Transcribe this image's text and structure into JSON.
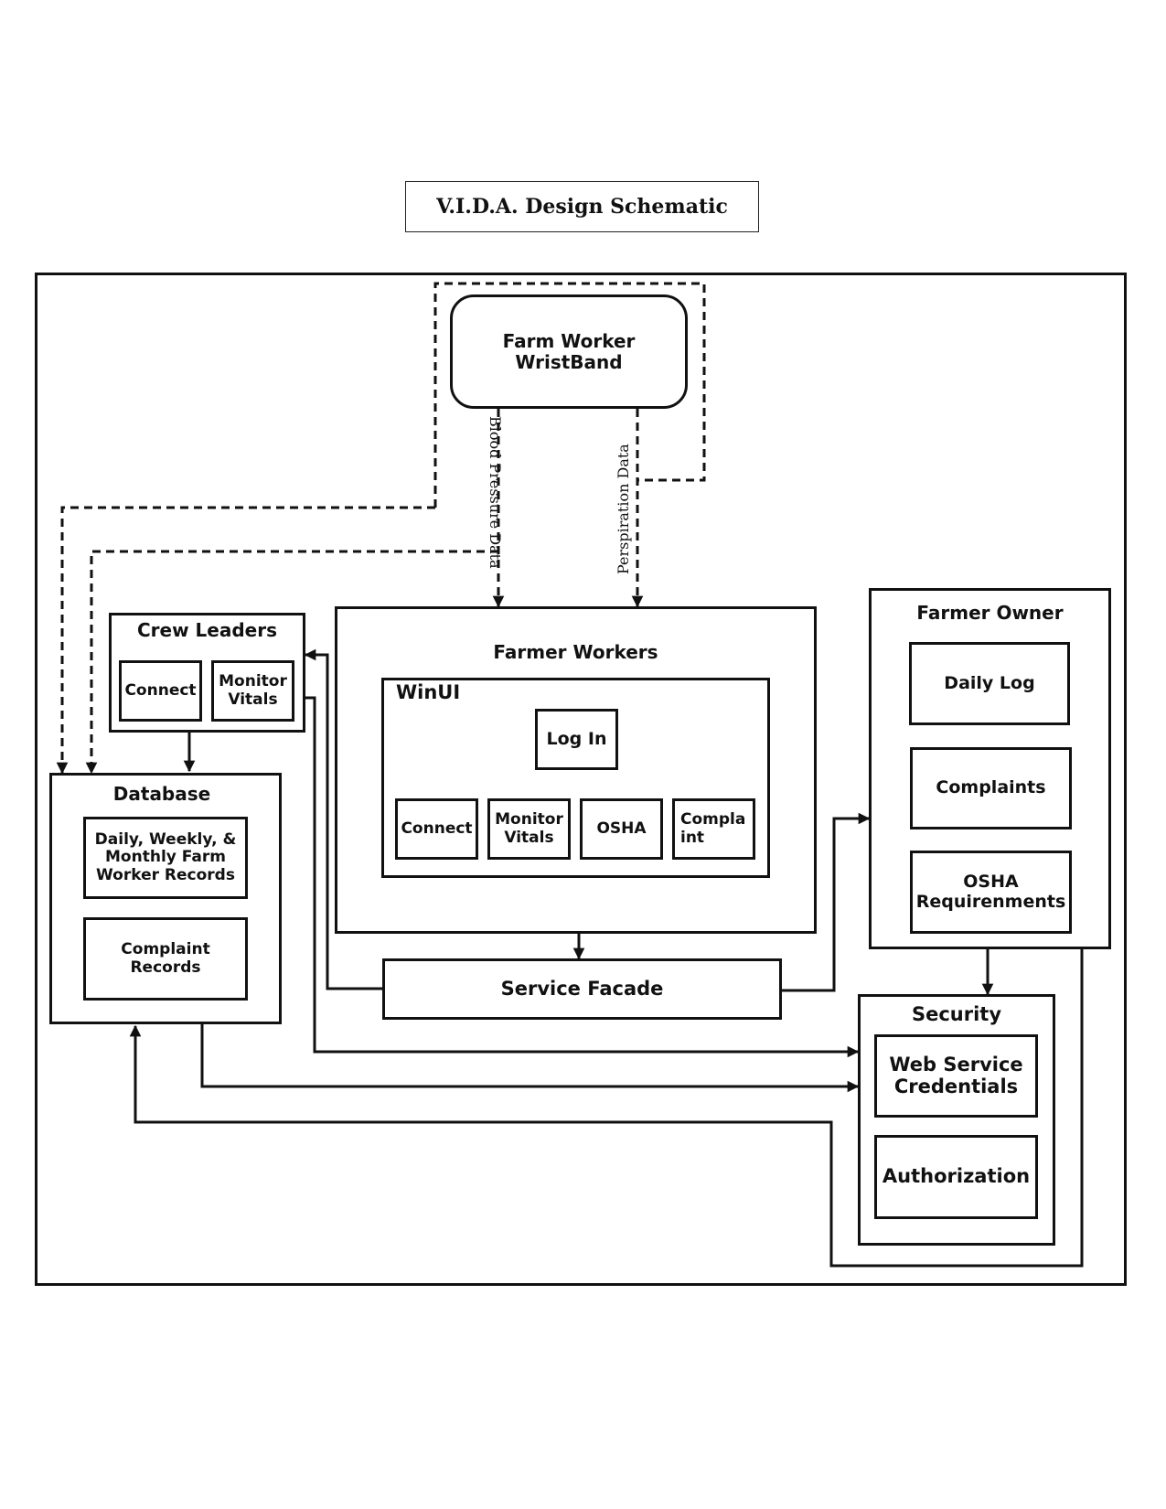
{
  "title": "V.I.D.A. Design Schematic",
  "wristband": {
    "line1": "Farm Worker",
    "line2": "WristBand"
  },
  "flows": {
    "blood_pressure": "Blood Pressure Data",
    "perspiration": "Perspiration Data"
  },
  "crew_leaders": {
    "title": "Crew Leaders",
    "connect": "Connect",
    "monitor_1": "Monitor",
    "monitor_2": "Vitals"
  },
  "database": {
    "title": "Database",
    "records_1": "Daily, Weekly, &",
    "records_2": "Monthly Farm",
    "records_3": "Worker Records",
    "complaint_1": "Complaint",
    "complaint_2": "Records"
  },
  "farmer_workers": {
    "title": "Farmer Workers",
    "winui": "WinUI",
    "login": "Log In",
    "connect": "Connect",
    "monitor_1": "Monitor",
    "monitor_2": "Vitals",
    "osha": "OSHA",
    "complaint_1": "Compla",
    "complaint_2": "int"
  },
  "farmer_owner": {
    "title": "Farmer Owner",
    "daily_log": "Daily Log",
    "complaints": "Complaints",
    "osha_1": "OSHA",
    "osha_2": "Requirenments"
  },
  "service_facade": "Service Facade",
  "security": {
    "title": "Security",
    "creds_1": "Web Service",
    "creds_2": "Credentials",
    "authorization": "Authorization"
  }
}
